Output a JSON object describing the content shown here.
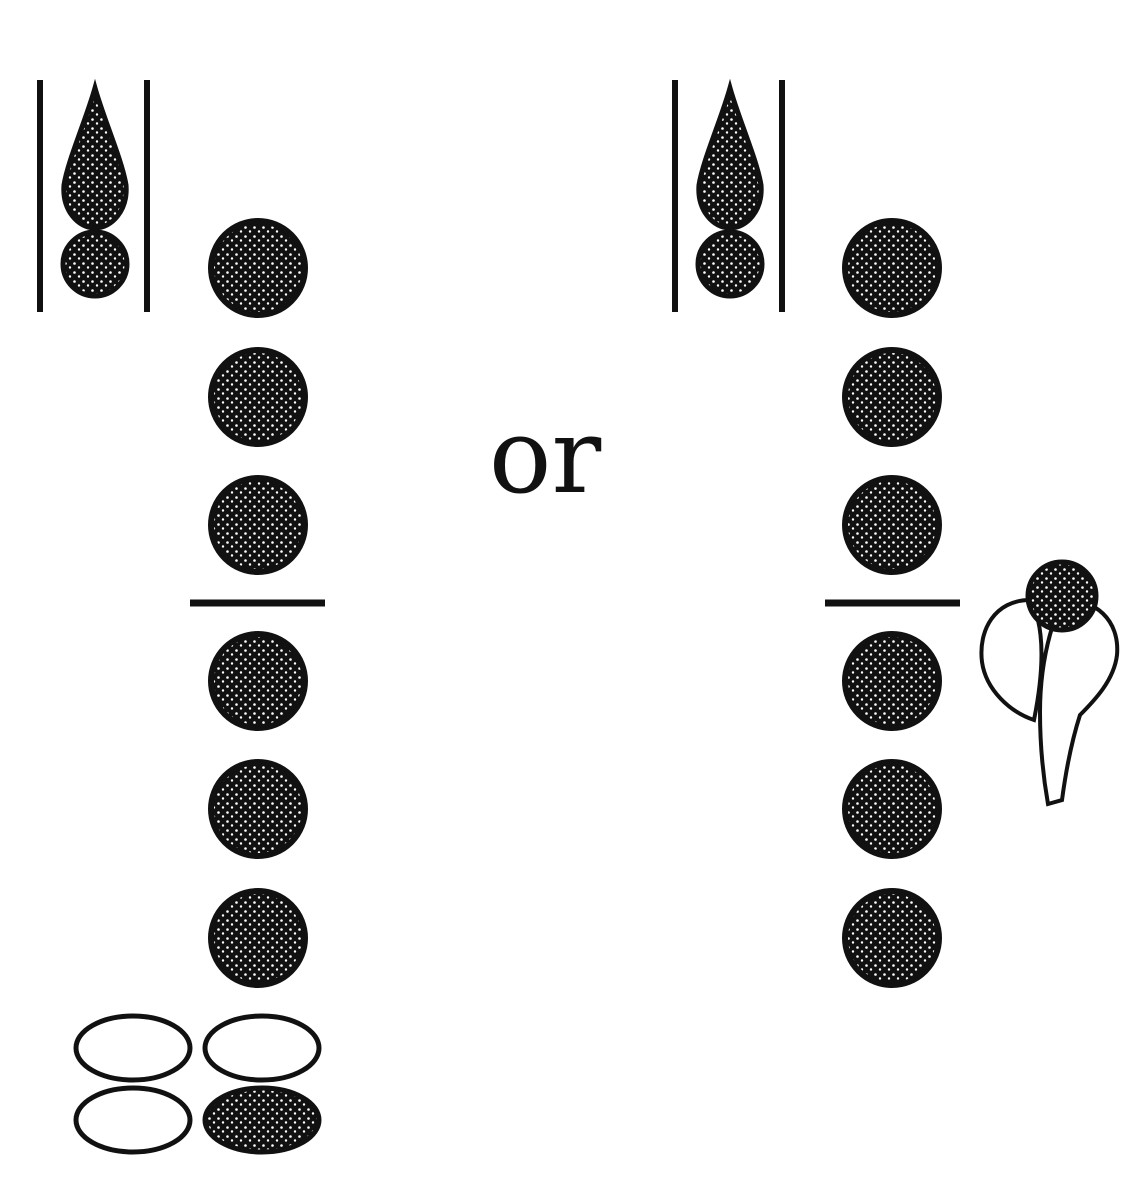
{
  "separator_text": "or",
  "diagrams": [
    {
      "name": "left-fingering",
      "thumb_holes": [
        "closed",
        "closed"
      ],
      "upper_holes": [
        "closed",
        "closed",
        "closed"
      ],
      "lower_holes": [
        "closed",
        "closed",
        "closed"
      ],
      "foot_keys": [
        "open",
        "open",
        "open",
        "closed"
      ],
      "trill_key": "none"
    },
    {
      "name": "right-fingering",
      "thumb_holes": [
        "closed",
        "closed"
      ],
      "upper_holes": [
        "closed",
        "closed",
        "closed"
      ],
      "lower_holes": [
        "closed",
        "closed",
        "closed"
      ],
      "foot_keys": [],
      "trill_key": "closed"
    }
  ],
  "colors": {
    "ink": "#111111",
    "stipple": "#ffffff",
    "background": "#ffffff"
  }
}
